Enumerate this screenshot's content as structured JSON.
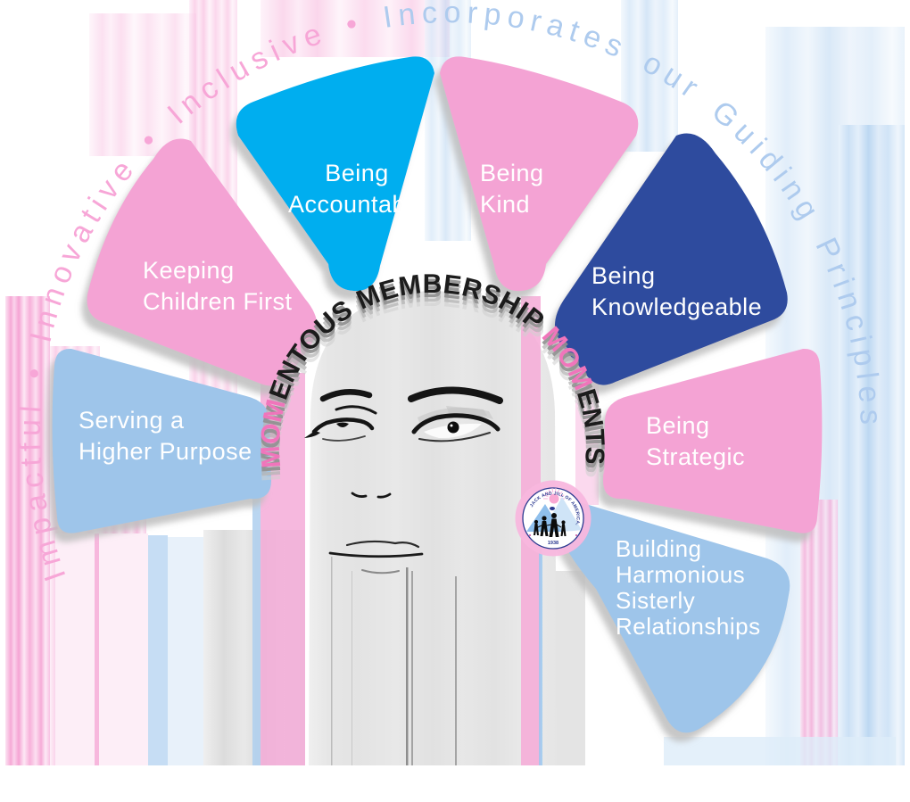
{
  "outer_ring": {
    "full_text": "Impactful • Innovative • Inclusive • Incorporates our Guiding Principles",
    "segments": [
      {
        "text": "Impactful  •  Innovative  •  Inclusive  •  ",
        "color": "#F7A6D7"
      },
      {
        "text": "Incorporates our Guiding Principles",
        "color": "#AECBEE"
      }
    ]
  },
  "arc_title": {
    "full_text": "MOMENTOUS MEMBERSHIP MOMENTS",
    "segments": [
      {
        "text": "MOM",
        "color": "#F075BB"
      },
      {
        "text": "ENTOUS MEMBERSHIP ",
        "color": "#1C1C1C"
      },
      {
        "text": "MOM",
        "color": "#F075BB"
      },
      {
        "text": "ENTS",
        "color": "#1C1C1C"
      }
    ]
  },
  "petals": [
    {
      "id": "serving-higher-purpose",
      "label": "Serving a\nHigher Purpose",
      "color": "#9EC5EA"
    },
    {
      "id": "keeping-children-first",
      "label": "Keeping\nChildren First",
      "color": "#F4A3D4"
    },
    {
      "id": "being-accountable",
      "label": "Being\nAccountable",
      "color": "#00AEEF"
    },
    {
      "id": "being-kind",
      "label": "Being\nKind",
      "color": "#F4A3D4"
    },
    {
      "id": "being-knowledgeable",
      "label": "Being\nKnowledgeable",
      "color": "#2F4B9E"
    },
    {
      "id": "being-strategic",
      "label": "Being\nStrategic",
      "color": "#F4A3D4"
    },
    {
      "id": "building-harmonious",
      "label": "Building\nHarmonious\nSisterly\nRelationships",
      "color": "#9EC5EA"
    }
  ],
  "logo": {
    "organization": "JACK AND JILL OF AMERICA, INC.",
    "year": "1938",
    "ring_color": "#2b3990",
    "halo_color": "#f8b7de"
  }
}
